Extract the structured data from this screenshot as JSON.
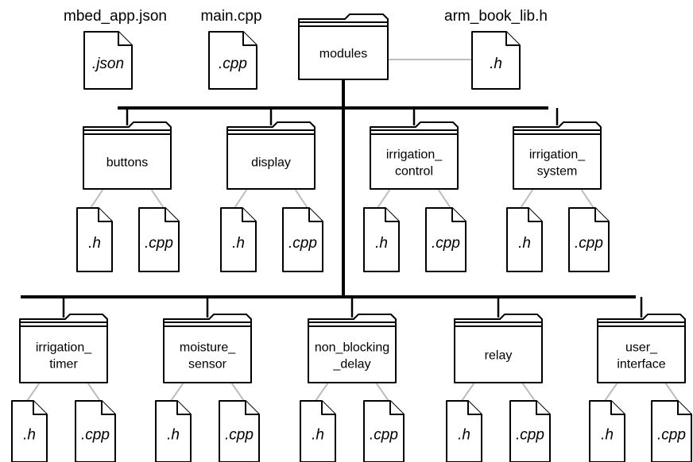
{
  "colors": {
    "line": "#000000",
    "connector": "#bdbdbd",
    "background": "#ffffff"
  },
  "top_files": [
    {
      "name": "mbed_app.json",
      "ext": ".json"
    },
    {
      "name": "main.cpp",
      "ext": ".cpp"
    },
    {
      "name": "arm_book_lib.h",
      "ext": ".h"
    }
  ],
  "root_folder": {
    "label": "modules"
  },
  "folders_row1": [
    {
      "label": [
        "buttons"
      ],
      "files": [
        ".h",
        ".cpp"
      ]
    },
    {
      "label": [
        "display"
      ],
      "files": [
        ".h",
        ".cpp"
      ]
    },
    {
      "label": [
        "irrigation_",
        "control"
      ],
      "files": [
        ".h",
        ".cpp"
      ]
    },
    {
      "label": [
        "irrigation_",
        "system"
      ],
      "files": [
        ".h",
        ".cpp"
      ]
    }
  ],
  "folders_row2": [
    {
      "label": [
        "irrigation_",
        "timer"
      ],
      "files": [
        ".h",
        ".cpp"
      ]
    },
    {
      "label": [
        "moisture_",
        "sensor"
      ],
      "files": [
        ".h",
        ".cpp"
      ]
    },
    {
      "label": [
        "non_blocking",
        "_delay"
      ],
      "files": [
        ".h",
        ".cpp"
      ]
    },
    {
      "label": [
        "relay"
      ],
      "files": [
        ".h",
        ".cpp"
      ]
    },
    {
      "label": [
        "user_",
        "interface"
      ],
      "files": [
        ".h",
        ".cpp"
      ]
    }
  ]
}
